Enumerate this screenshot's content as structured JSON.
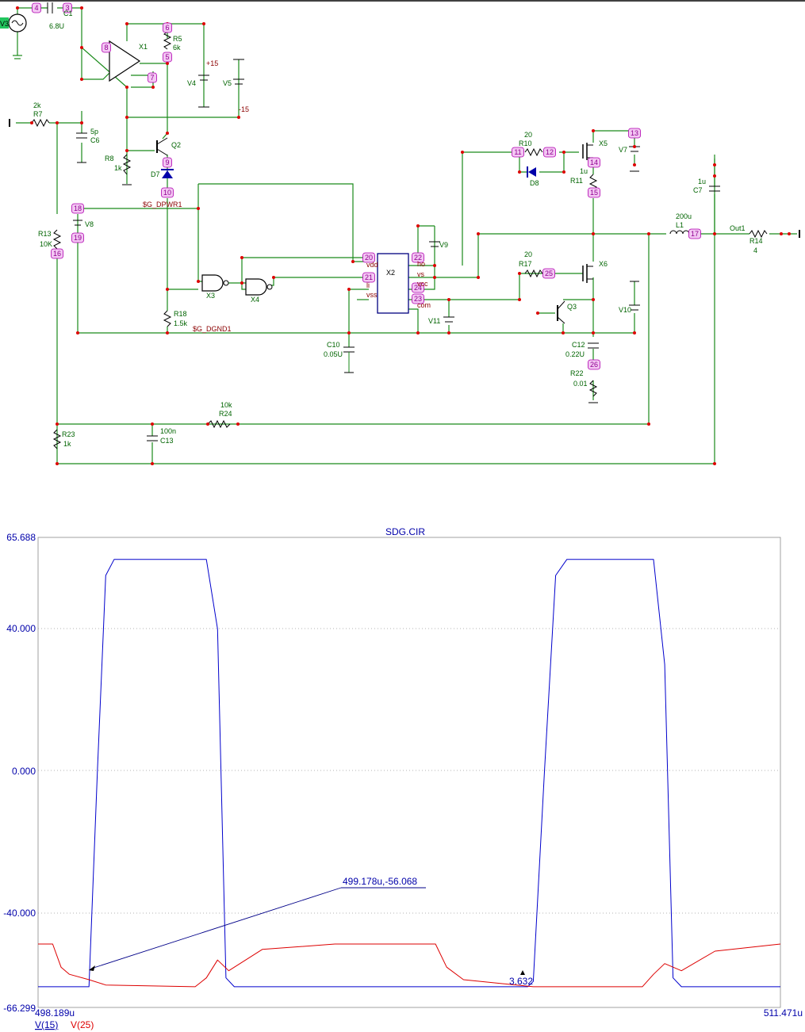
{
  "schematic": {
    "component_labels": [
      {
        "id": "v3",
        "text": "V3"
      },
      {
        "id": "c1",
        "text": "C1"
      },
      {
        "id": "c1_val",
        "text": "6.8U"
      },
      {
        "id": "x1",
        "text": "X1"
      },
      {
        "id": "r5",
        "text": "R5"
      },
      {
        "id": "r5_val",
        "text": "6k"
      },
      {
        "id": "v4",
        "text": "V4"
      },
      {
        "id": "v5",
        "text": "V5"
      },
      {
        "id": "p15",
        "text": "+15"
      },
      {
        "id": "m15",
        "text": "-15"
      },
      {
        "id": "r7_val",
        "text": "2k"
      },
      {
        "id": "r7",
        "text": "R7"
      },
      {
        "id": "c6_val",
        "text": "5p"
      },
      {
        "id": "c6",
        "text": "C6"
      },
      {
        "id": "q2",
        "text": "Q2"
      },
      {
        "id": "r8",
        "text": "R8"
      },
      {
        "id": "r8_val",
        "text": "1k"
      },
      {
        "id": "d7",
        "text": "D7"
      },
      {
        "id": "sgdpwr",
        "text": "$G_DPWR1"
      },
      {
        "id": "v8",
        "text": "V8"
      },
      {
        "id": "r13",
        "text": "R13"
      },
      {
        "id": "r13_val",
        "text": "10K"
      },
      {
        "id": "x3",
        "text": "X3"
      },
      {
        "id": "x4",
        "text": "X4"
      },
      {
        "id": "r18",
        "text": "R18"
      },
      {
        "id": "r18_val",
        "text": "1.5k"
      },
      {
        "id": "sgdgnd",
        "text": "$G_DGND1"
      },
      {
        "id": "x2",
        "text": "X2"
      },
      {
        "id": "c10",
        "text": "C10"
      },
      {
        "id": "c10_val",
        "text": "0.05U"
      },
      {
        "id": "v9",
        "text": "V9"
      },
      {
        "id": "v11",
        "text": "V11"
      },
      {
        "id": "r10_val",
        "text": "20"
      },
      {
        "id": "r10",
        "text": "R10"
      },
      {
        "id": "d8",
        "text": "D8"
      },
      {
        "id": "x5",
        "text": "X5"
      },
      {
        "id": "v7",
        "text": "V7"
      },
      {
        "id": "r11_val",
        "text": "1u"
      },
      {
        "id": "r11",
        "text": "R11"
      },
      {
        "id": "r17_val",
        "text": "20"
      },
      {
        "id": "r17",
        "text": "R17"
      },
      {
        "id": "x6",
        "text": "X6"
      },
      {
        "id": "q3",
        "text": "Q3"
      },
      {
        "id": "v10",
        "text": "V10"
      },
      {
        "id": "c12",
        "text": "C12"
      },
      {
        "id": "c12_val",
        "text": "0.22U"
      },
      {
        "id": "r22",
        "text": "R22"
      },
      {
        "id": "r22_val",
        "text": "0.01"
      },
      {
        "id": "c7_val",
        "text": "1u"
      },
      {
        "id": "c7",
        "text": "C7"
      },
      {
        "id": "l1_val",
        "text": "200u"
      },
      {
        "id": "l1",
        "text": "L1"
      },
      {
        "id": "out1",
        "text": "Out1"
      },
      {
        "id": "r14",
        "text": "R14"
      },
      {
        "id": "r14_val",
        "text": "4"
      },
      {
        "id": "r24_val",
        "text": "10k"
      },
      {
        "id": "r24",
        "text": "R24"
      },
      {
        "id": "c13_val",
        "text": "100n"
      },
      {
        "id": "c13",
        "text": "C13"
      },
      {
        "id": "r23",
        "text": "R23"
      },
      {
        "id": "r23_val",
        "text": "1k"
      },
      {
        "id": "pin_vdd",
        "text": "vdd"
      },
      {
        "id": "pin_vss",
        "text": "vss"
      },
      {
        "id": "pin_ho",
        "text": "ho"
      },
      {
        "id": "pin_vs",
        "text": "vs"
      },
      {
        "id": "pin_com",
        "text": "com"
      },
      {
        "id": "pin_li",
        "text": "li"
      },
      {
        "id": "pin_vcc",
        "text": "vcc"
      }
    ],
    "nodes": [
      "4",
      "3",
      "8",
      "6",
      "5",
      "7",
      "9",
      "10",
      "18",
      "19",
      "16",
      "20",
      "21",
      "22",
      "24",
      "23",
      "11",
      "12",
      "13",
      "14",
      "15",
      "25",
      "17",
      "26"
    ]
  },
  "plot": {
    "title": "SDG.CIR",
    "y_ticks": [
      "65.688",
      "40.000",
      "0.000",
      "-40.000",
      "-66.299"
    ],
    "x_start": "498.189u",
    "x_end": "511.471u",
    "annotation": "499.178u,-56.068",
    "marker_value": "3.632",
    "legend": [
      {
        "name": "V(15)",
        "color": "#0000cc"
      },
      {
        "name": "V(25)",
        "color": "#dd0000"
      }
    ]
  },
  "chart_data": {
    "type": "line",
    "title": "SDG.CIR",
    "xlim": [
      498.189,
      511.471
    ],
    "ylim": [
      -66.299,
      65.688
    ],
    "x_unit": "u",
    "series": [
      {
        "name": "V(15)",
        "color": "#0000cc",
        "x": [
          498.189,
          499.1,
          499.25,
          499.4,
          499.55,
          501.2,
          501.4,
          501.55,
          501.7,
          506.95,
          507.05,
          507.25,
          507.45,
          507.65,
          509.2,
          509.4,
          509.55,
          509.7,
          511.471
        ],
        "y": [
          -60.5,
          -60.5,
          0,
          55,
          59.5,
          59.5,
          40,
          -58,
          -60.5,
          -60.5,
          -59,
          0,
          55,
          59.5,
          59.5,
          30,
          -58,
          -60.5,
          -60.5
        ]
      },
      {
        "name": "V(25)",
        "color": "#dd0000",
        "x": [
          498.189,
          498.45,
          498.6,
          498.75,
          499.1,
          499.4,
          501.0,
          501.2,
          501.4,
          501.6,
          502.2,
          503.5,
          504.5,
          505.3,
          505.5,
          505.8,
          507.05,
          507.5,
          509.0,
          509.2,
          509.4,
          509.7,
          510.3,
          511.471
        ],
        "y": [
          -48.5,
          -48.5,
          -55,
          -57,
          -58.5,
          -60,
          -60.5,
          -58,
          -53,
          -56,
          -50,
          -48.5,
          -48.5,
          -48.5,
          -55,
          -58.5,
          -60.5,
          -60.5,
          -60.5,
          -57,
          -54,
          -56,
          -50.5,
          -48.5
        ]
      }
    ]
  }
}
